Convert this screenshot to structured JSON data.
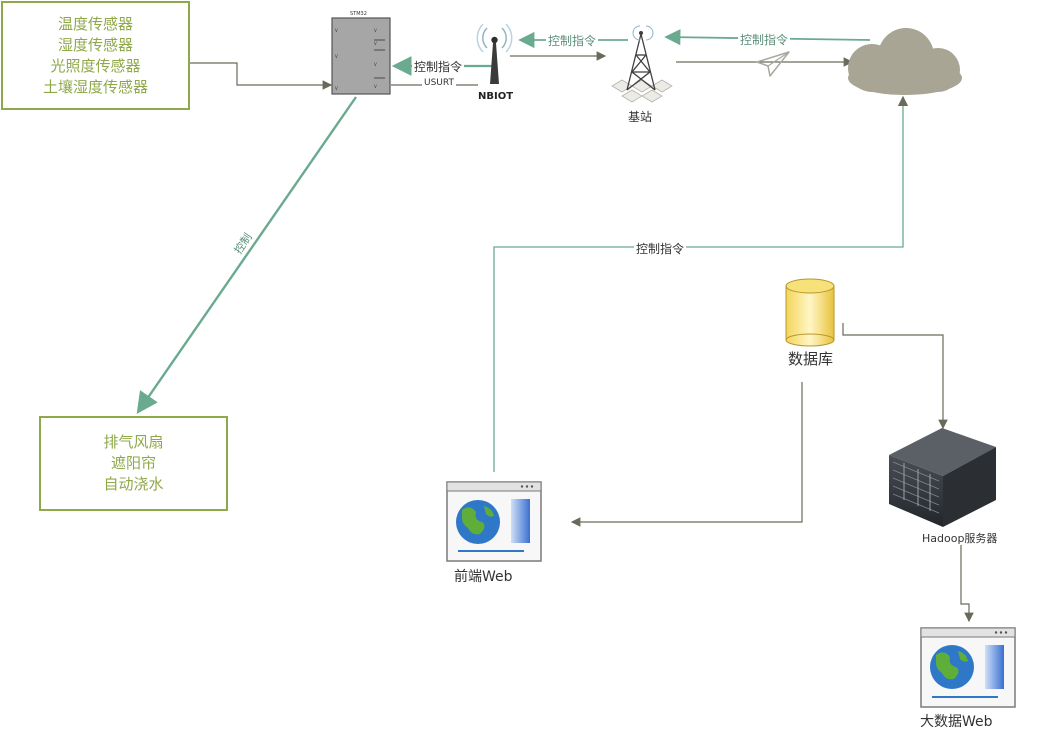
{
  "sensors_box": {
    "lines": [
      "温度传感器",
      "湿度传感器",
      "光照度传感器",
      "土壤湿度传感器"
    ]
  },
  "actuators_box": {
    "lines": [
      "排气风扇",
      "遮阳帘",
      "自动浇水"
    ]
  },
  "mcu": {
    "title": "STM32"
  },
  "labels": {
    "usurt": "USURT",
    "nbiot": "NBIOT",
    "base_station": "基站",
    "control_cmd_mcu": "控制指令",
    "control_cmd_nbiot": "控制指令",
    "control_cmd_base": "控制指令",
    "control_cmd_web": "控制指令",
    "control_diag": "控制",
    "database": "数据库",
    "hadoop": "Hadoop服务器",
    "frontend_web": "前端Web",
    "bigdata_web": "大数据Web"
  },
  "colors": {
    "teal": "#6aaa8f",
    "olive": "#8fa84a",
    "dark_line": "#6b6a5a",
    "cloud": "#a8a595"
  }
}
